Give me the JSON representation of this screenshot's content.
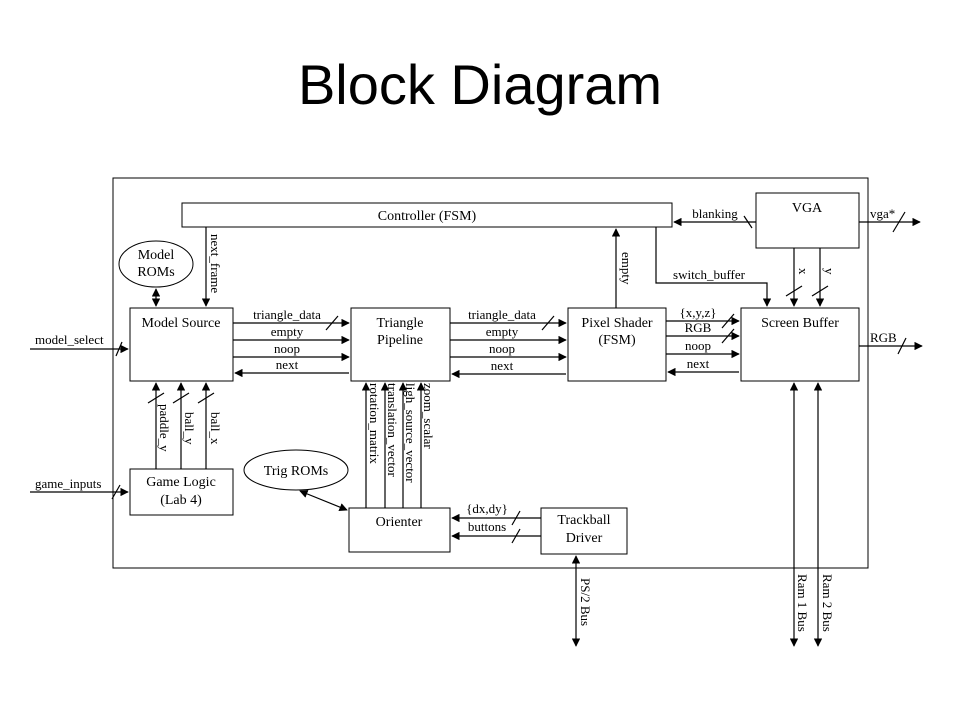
{
  "title": "Block Diagram",
  "blocks": {
    "controller": "Controller (FSM)",
    "vga": "VGA",
    "model_roms": [
      "Model",
      "ROMs"
    ],
    "model_source": "Model Source",
    "triangle_pipeline": [
      "Triangle",
      "Pipeline"
    ],
    "pixel_shader": [
      "Pixel Shader",
      "(FSM)"
    ],
    "screen_buffer": "Screen Buffer",
    "game_logic": [
      "Game Logic",
      "(Lab 4)"
    ],
    "trig_roms": "Trig ROMs",
    "orienter": "Orienter",
    "trackball_driver": [
      "Trackball",
      "Driver"
    ]
  },
  "signals": {
    "blanking": "blanking",
    "vga_out": "vga*",
    "next_frame": "next_frame",
    "empty_ctrl": "empty",
    "switch_buffer": "switch_buffer",
    "x": "x",
    "y": "y",
    "model_select": "model_select",
    "ms_tp": [
      "triangle_data",
      "empty",
      "noop",
      "next"
    ],
    "tp_ps": [
      "triangle_data",
      "empty",
      "noop",
      "next"
    ],
    "ps_sb": [
      "{x,y,z}",
      "RGB",
      "noop",
      "next"
    ],
    "rgb_out": "RGB",
    "game_inputs": "game_inputs",
    "paddle_y": "paddle_y",
    "ball_y": "ball_y",
    "ball_x": "ball_x",
    "orienter_out": [
      "zoom_scalar",
      "ligh_source_vector",
      "translation_vector",
      "rotation_matrix"
    ],
    "dxdy": "{dx,dy}",
    "buttons": "buttons",
    "ps2_bus": "PS/2 Bus",
    "ram1_bus": "Ram 1 Bus",
    "ram2_bus": "Ram 2 Bus"
  }
}
